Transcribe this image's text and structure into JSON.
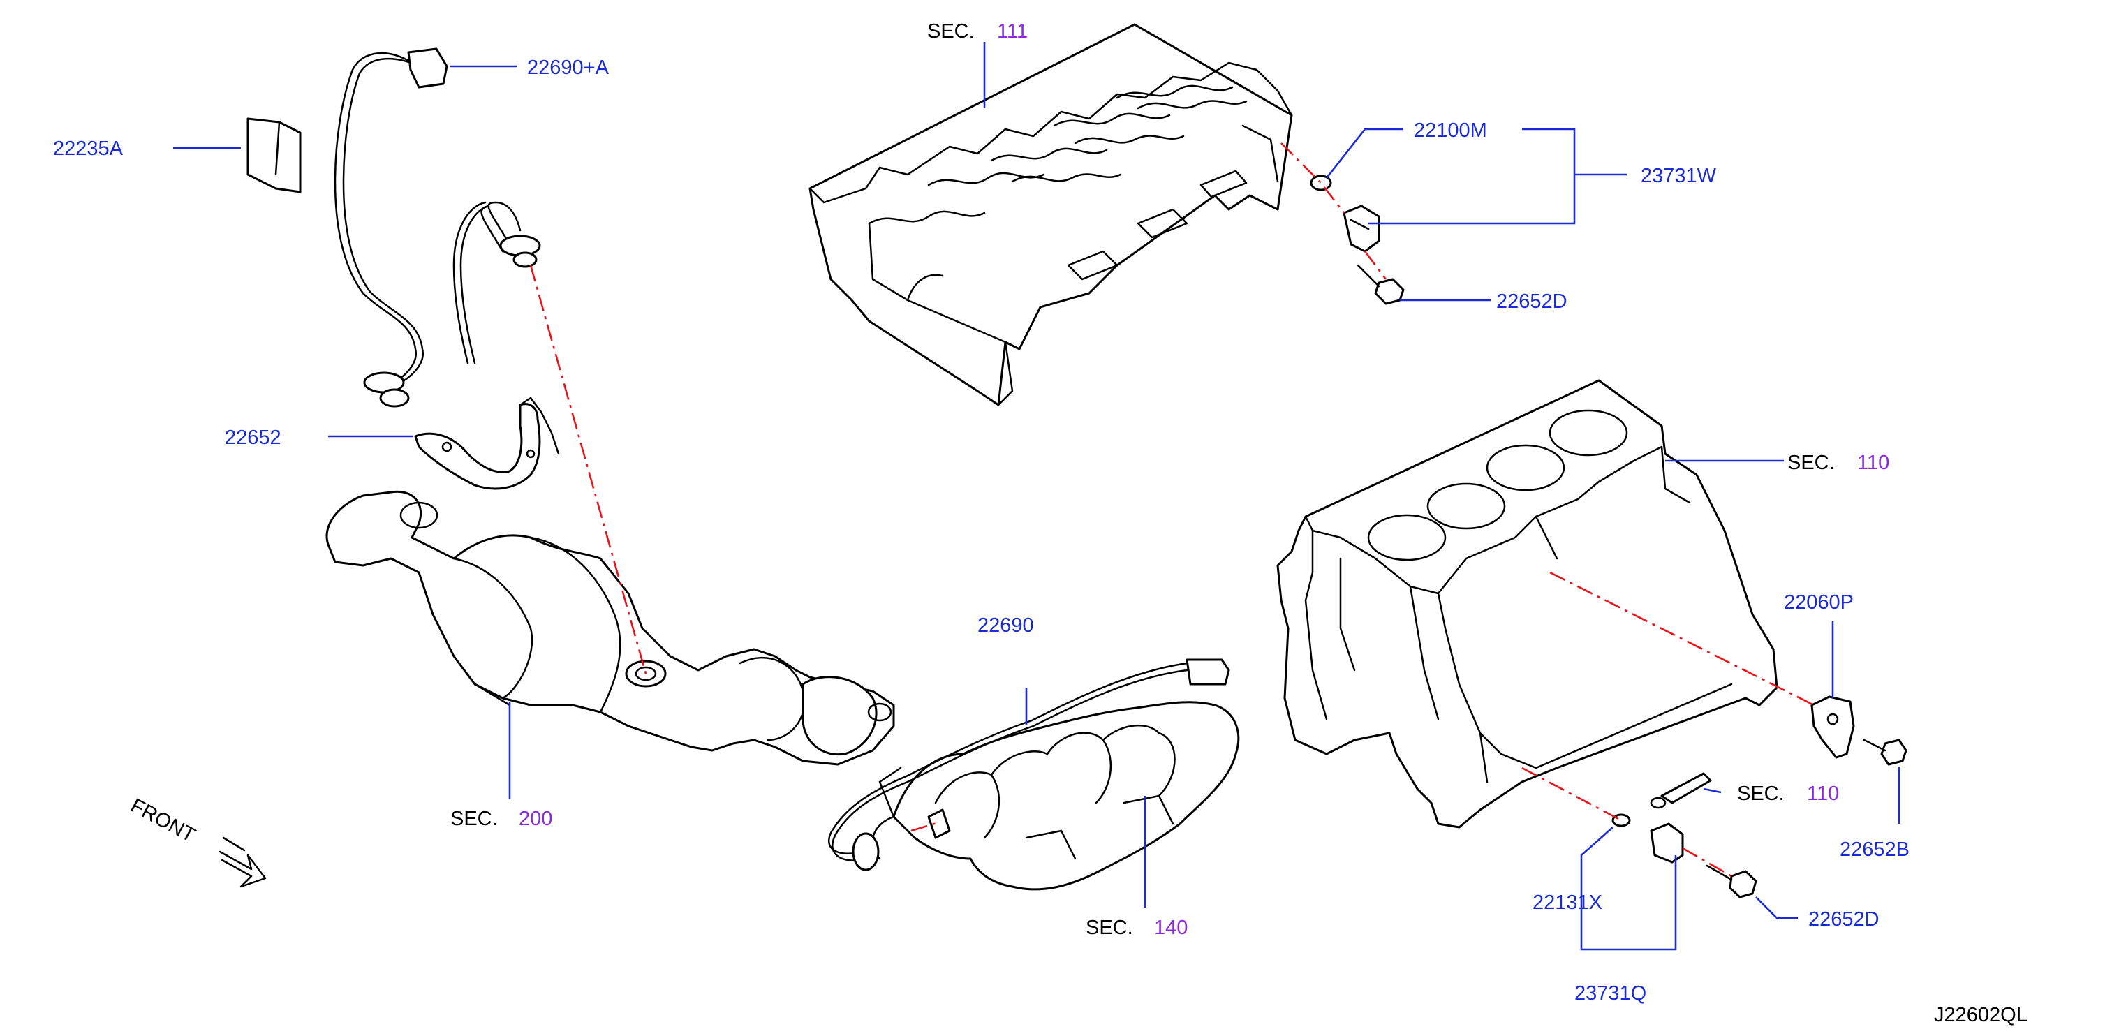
{
  "colors": {
    "part_number": "#1a2bd6",
    "section_ref": "#8a2be2",
    "text": "#000000",
    "leader_line": "#1a2bd6",
    "centerline": "#e8141b",
    "line_art": "#000000"
  },
  "labels": {
    "p22690A": "22690+A",
    "p22235A": "22235A",
    "p22652": "22652",
    "p22100M": "22100M",
    "p23731W": "23731W",
    "p22652D_top": "22652D",
    "p22690": "22690",
    "p22060P": "22060P",
    "p22652B": "22652B",
    "p22131X": "22131X",
    "p23731Q": "23731Q",
    "p22652D_bottom": "22652D"
  },
  "sections": {
    "sec_word": "SEC.",
    "s111": "111",
    "s110_block": "110",
    "s110_sensor": "110",
    "s200": "200",
    "s140": "140"
  },
  "front_label": "FRONT",
  "drawing_id": "J22602QL"
}
